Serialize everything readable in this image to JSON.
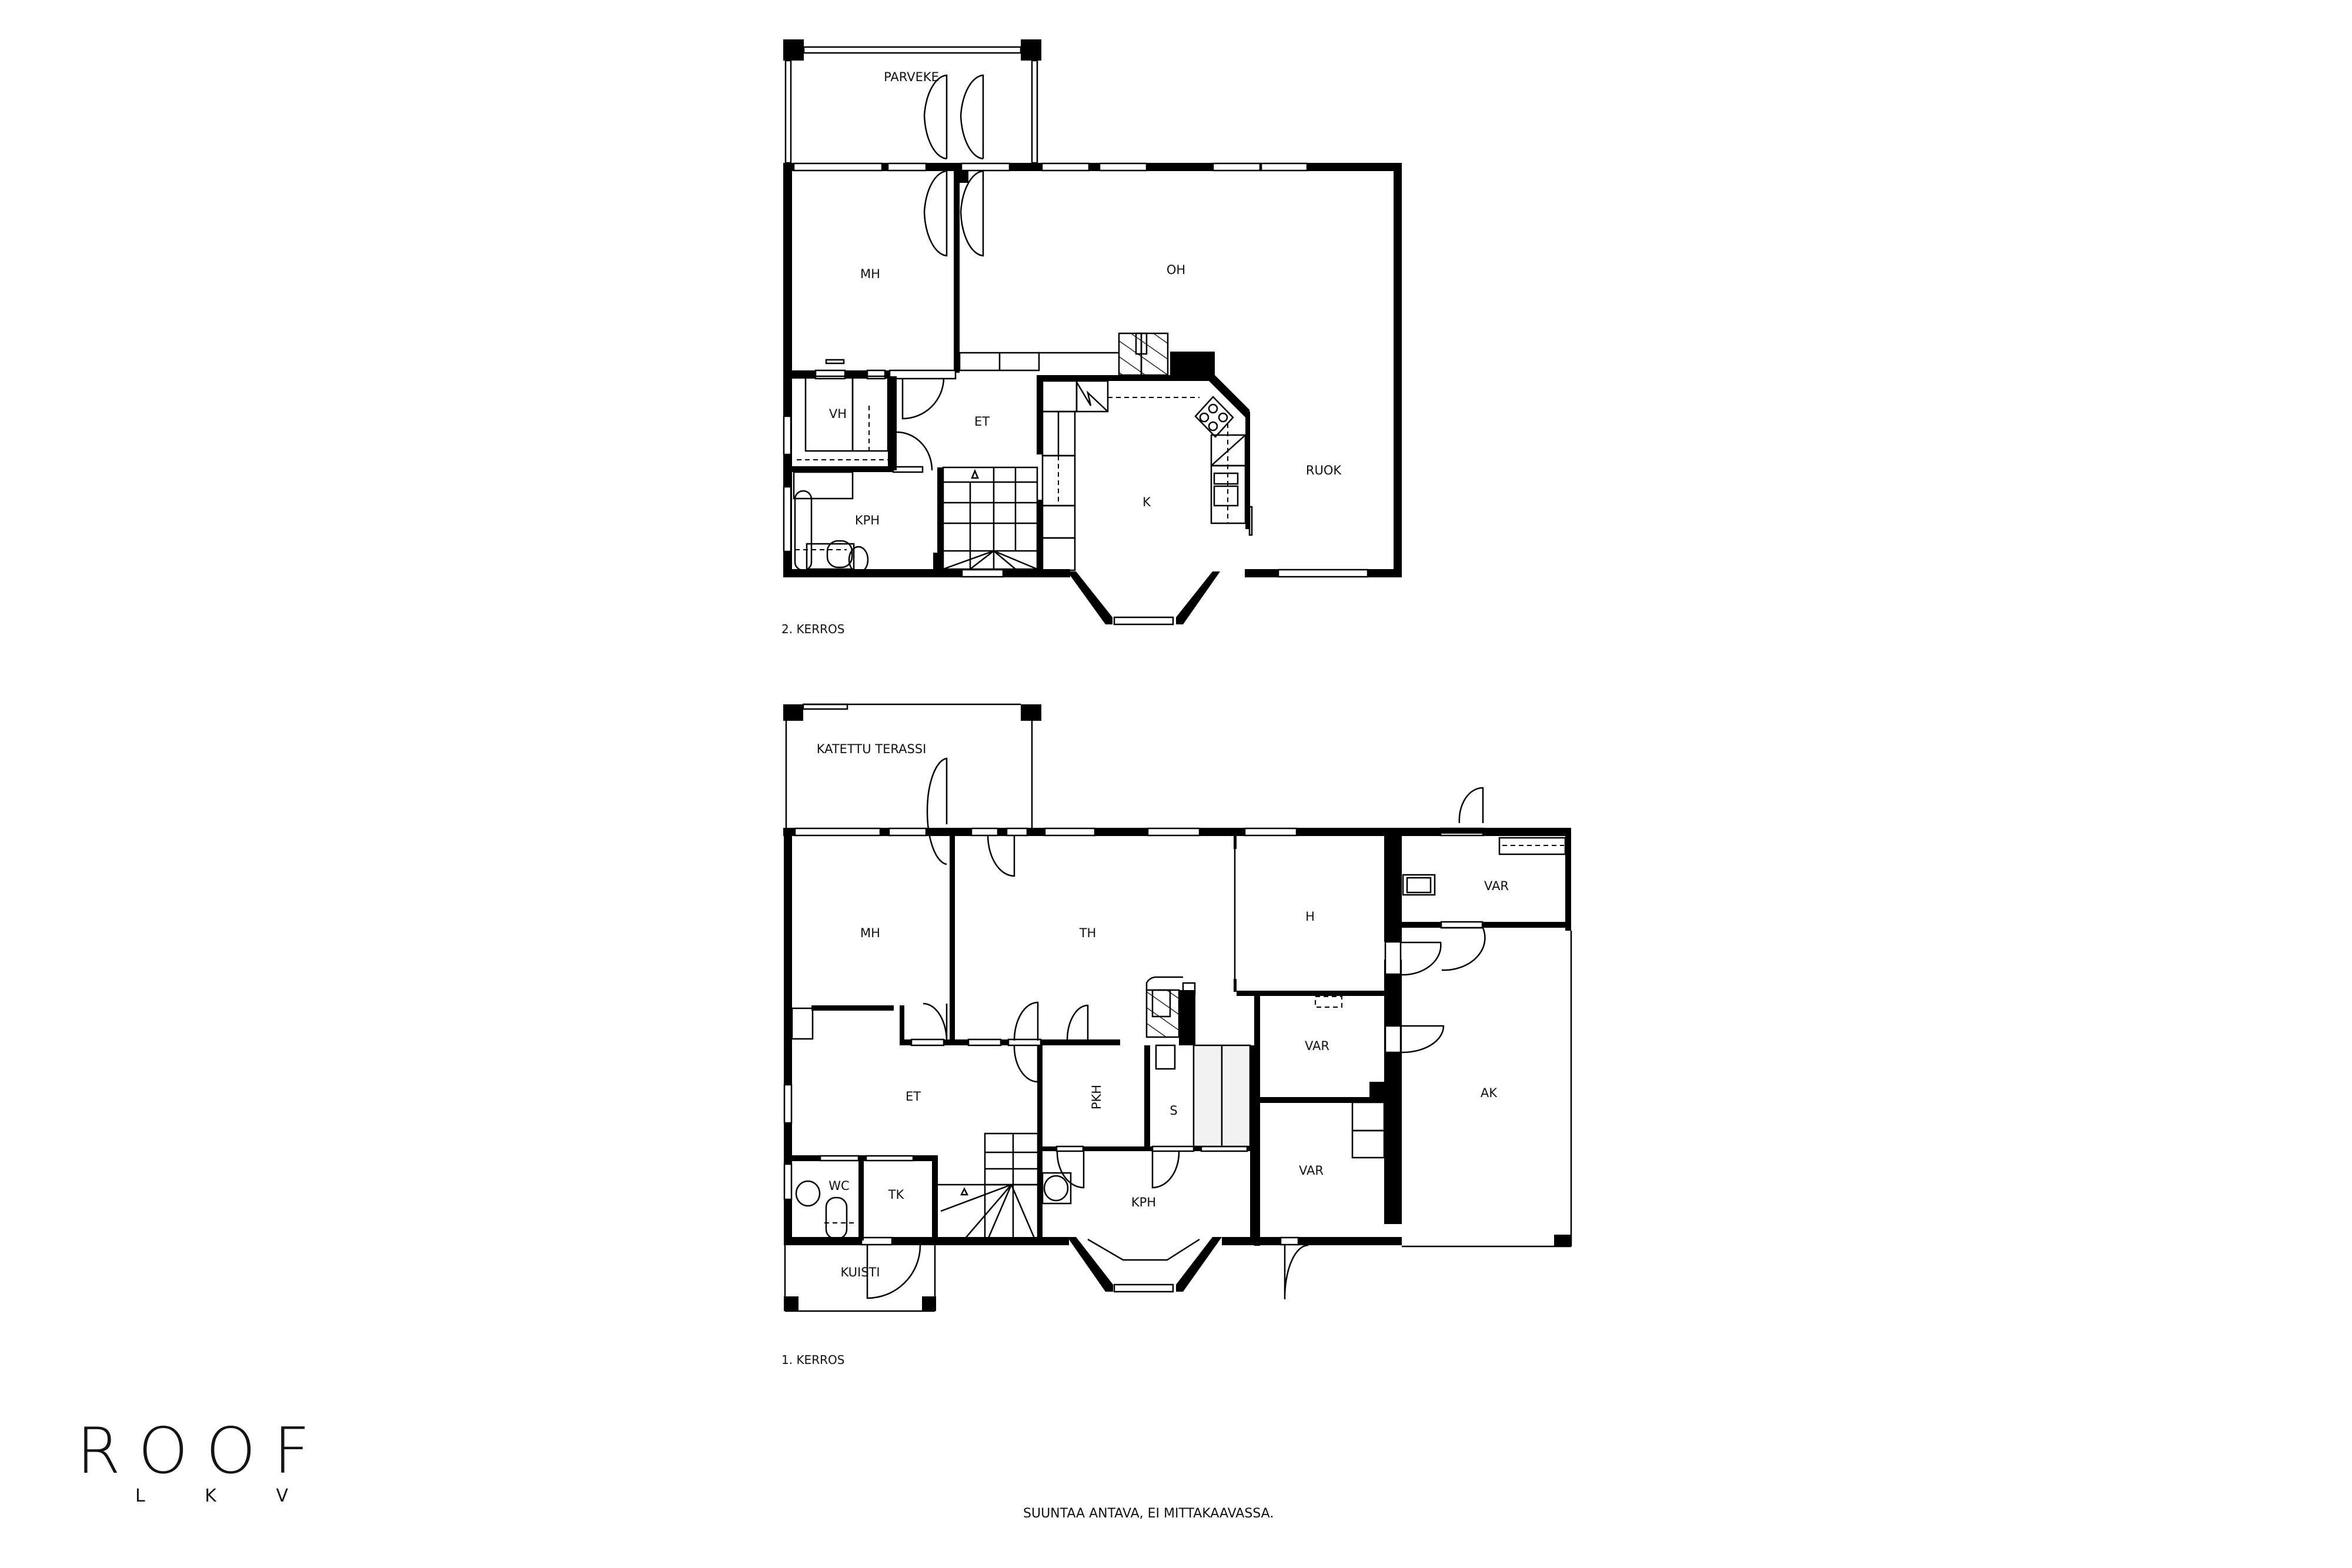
{
  "floors": [
    {
      "label": "2. KERROS",
      "rooms": {
        "parveke": "PARVEKE",
        "mh": "MH",
        "oh": "OH",
        "vh": "VH",
        "et": "ET",
        "kph": "KPH",
        "k": "K",
        "ruok": "RUOK"
      }
    },
    {
      "label": "1. KERROS",
      "rooms": {
        "katettu_terassi": "KATETTU TERASSI",
        "mh": "MH",
        "th": "TH",
        "h": "H",
        "var_top": "VAR",
        "var_mid": "VAR",
        "var_low": "VAR",
        "ak": "AK",
        "et": "ET",
        "pkh": "PKH",
        "s": "S",
        "wc": "WC",
        "tk": "TK",
        "kph": "KPH",
        "kuisti": "KUISTI"
      }
    }
  ],
  "logo": {
    "main": "ROOF",
    "sub": [
      "L",
      "K",
      "V"
    ]
  },
  "disclaimer": "SUUNTAA ANTAVA, EI MITTAKAAVASSA.",
  "colors": {
    "wall": "#000000",
    "background": "#ffffff",
    "text": "#111111"
  }
}
